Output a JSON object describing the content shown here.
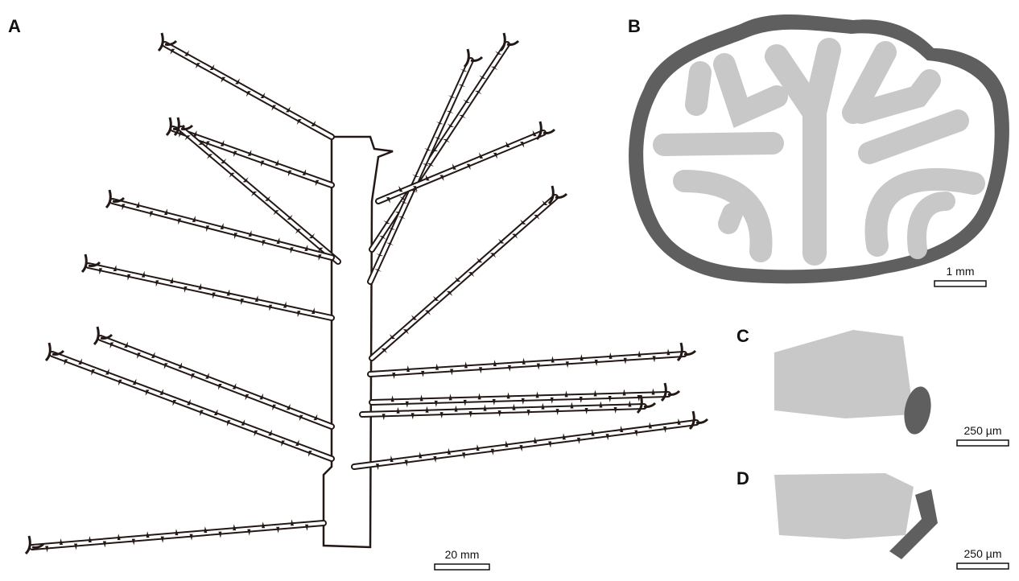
{
  "panels": {
    "a": {
      "label": "A",
      "scale_bar": "20 mm"
    },
    "b": {
      "label": "B",
      "scale_bar": "1 mm"
    },
    "c": {
      "label": "C",
      "scale_bar": "250 µm"
    },
    "d": {
      "label": "D",
      "scale_bar": "250 µm"
    }
  },
  "colors": {
    "outline": "#231815",
    "dark_gray": "#5f5f5f",
    "light_gray": "#c8c8c8"
  }
}
